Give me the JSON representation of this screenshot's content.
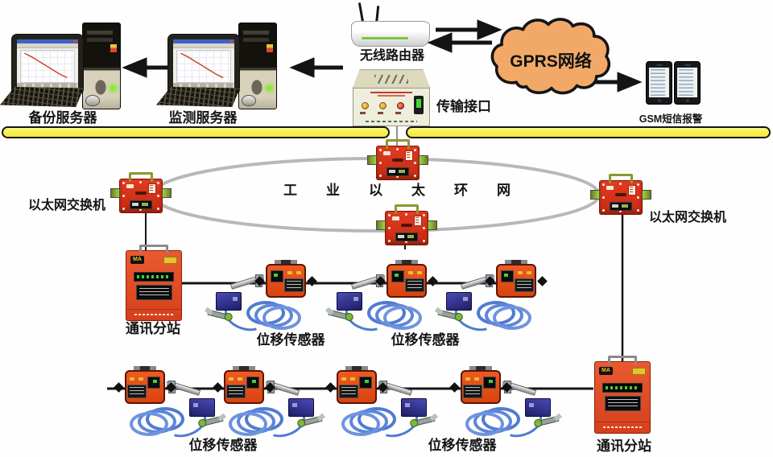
{
  "diagram": {
    "kind": "mine-displacement-monitoring-network-topology",
    "language": "zh-CN",
    "colors": {
      "bus_yellow": "#F4E92E",
      "cloud_orange": "#F2A968",
      "device_red": "#D52F15",
      "sensor_orange": "#E8501F",
      "probe_blue": "#2E2E8F",
      "cable_blue": "#4F7BD0",
      "ring_gray": "#B8B8B8",
      "line_black": "#141414"
    },
    "nodes": {
      "backup_server": {
        "label": "备份服务器"
      },
      "monitoring_server": {
        "label": "监测服务器"
      },
      "wireless_router": {
        "label": "无线路由器"
      },
      "gprs_network": {
        "label": "GPRS网络"
      },
      "gsm_sms_alarm": {
        "label": "GSM短信报警"
      },
      "transmission_interface": {
        "label": "传输接口"
      },
      "industrial_ethernet_ring": {
        "label": "工业以太环网"
      },
      "ethernet_switch_left": {
        "label": "以太网交换机"
      },
      "ethernet_switch_right": {
        "label": "以太网交换机"
      },
      "comm_substation_left": {
        "label": "通讯分站",
        "badge": "MA"
      },
      "comm_substation_right": {
        "label": "通讯分站",
        "badge": "MA"
      },
      "sensor_row1_left": {
        "label": "位移传感器"
      },
      "sensor_row1_right": {
        "label": "位移传感器"
      },
      "sensor_row2_left": {
        "label": "位移传感器"
      },
      "sensor_row2_right": {
        "label": "位移传感器"
      }
    }
  }
}
